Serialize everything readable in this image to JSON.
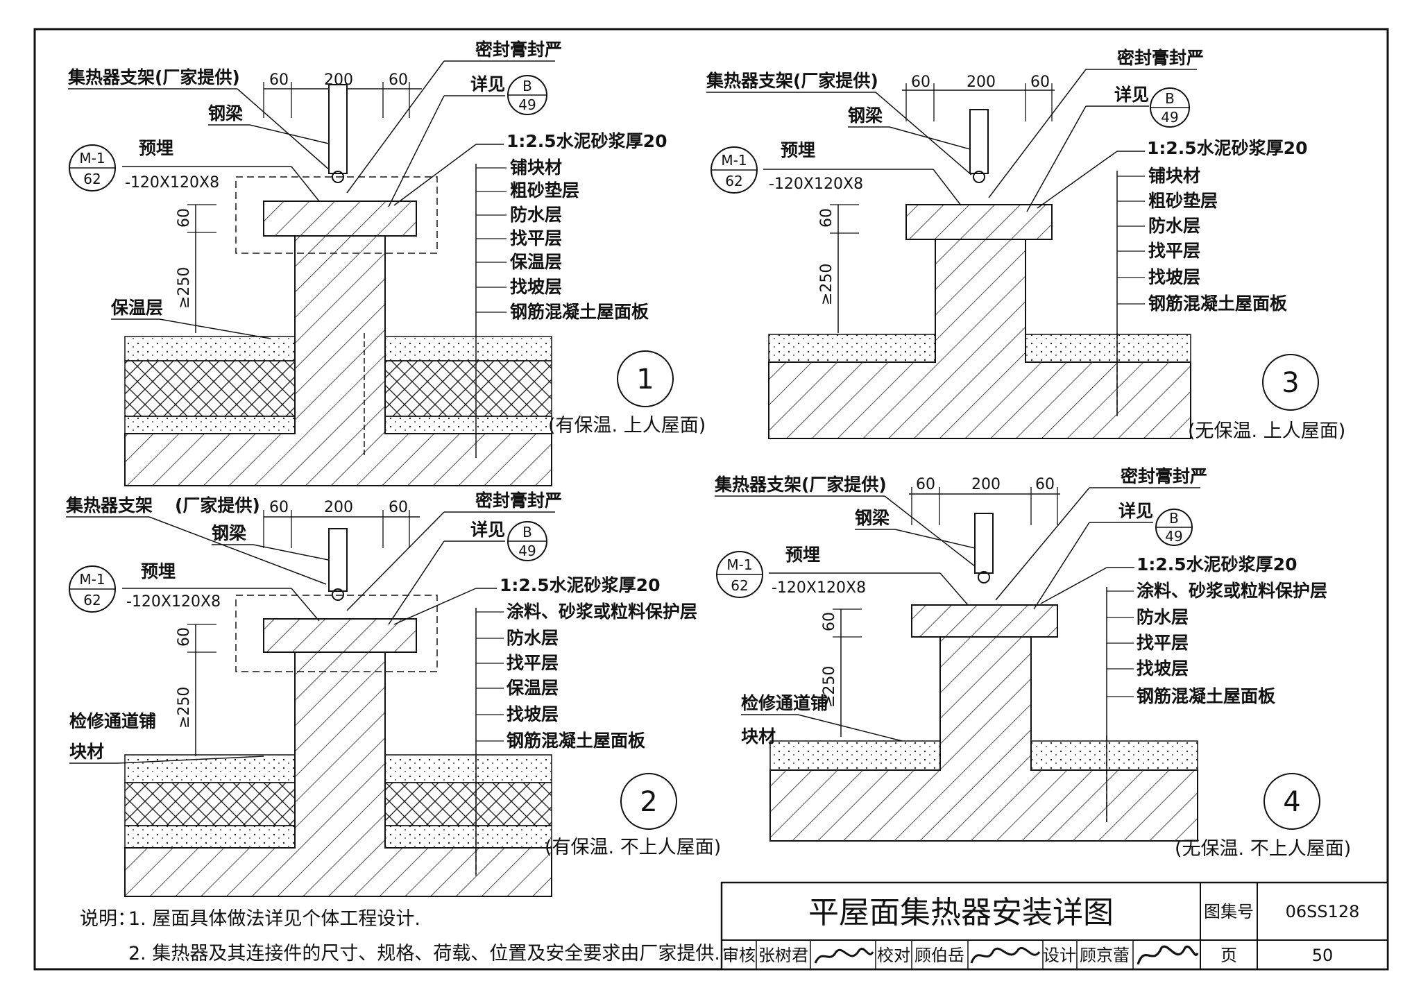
{
  "common": {
    "support": "集热器支架(厂家提供)",
    "support_a": "集热器支架",
    "support_b": "(厂家提供)",
    "beam": "钢梁",
    "seal": "密封膏封严",
    "see": "详见",
    "ref_b": "B",
    "ref_b_page": "49",
    "ref_m": "M-1",
    "ref_m_page": "62",
    "embed": "预埋",
    "embed_size": "-120X120X8",
    "mortar": "1:2.5水泥砂浆厚20",
    "dim_60": "60",
    "dim_200": "200",
    "dim_h60": "60",
    "dim_h250": "≥250"
  },
  "details": [
    {
      "number": "1",
      "caption": "(有保温. 上人屋面)",
      "side_label": "保温层",
      "layers": [
        "铺块材",
        "粗砂垫层",
        "防水层",
        "找平层",
        "保温层",
        "找坡层",
        "钢筋混凝土屋面板"
      ]
    },
    {
      "number": "2",
      "caption": "(有保温. 不上人屋面)",
      "side_label_a": "检修通道铺",
      "side_label_b": "块材",
      "layers": [
        "涂料、砂浆或粒料保护层",
        "防水层",
        "找平层",
        "保温层",
        "找坡层",
        "钢筋混凝土屋面板"
      ]
    },
    {
      "number": "3",
      "caption": "(无保温. 上人屋面)",
      "layers": [
        "铺块材",
        "粗砂垫层",
        "防水层",
        "找平层",
        "找坡层",
        "钢筋混凝土屋面板"
      ]
    },
    {
      "number": "4",
      "caption": "(无保温. 不上人屋面)",
      "side_label_a": "检修通道铺",
      "side_label_b": "块材",
      "layers": [
        "涂料、砂浆或粒料保护层",
        "防水层",
        "找平层",
        "找坡层",
        "钢筋混凝土屋面板"
      ]
    }
  ],
  "notes": {
    "label": "说明：",
    "item1": "1.  屋面具体做法详见个体工程设计.",
    "item2": "2.  集热器及其连接件的尺寸、规格、荷载、位置及安全要求由厂家提供."
  },
  "title_block": {
    "title": "平屋面集热器安装详图",
    "atlas_label": "图集号",
    "atlas_value": "06SS128",
    "review_label": "审核",
    "review_name": "张树君",
    "check_label": "校对",
    "check_name": "顾伯岳",
    "design_label": "设计",
    "design_name": "顾京蕾",
    "page_label": "页",
    "page_value": "50"
  }
}
